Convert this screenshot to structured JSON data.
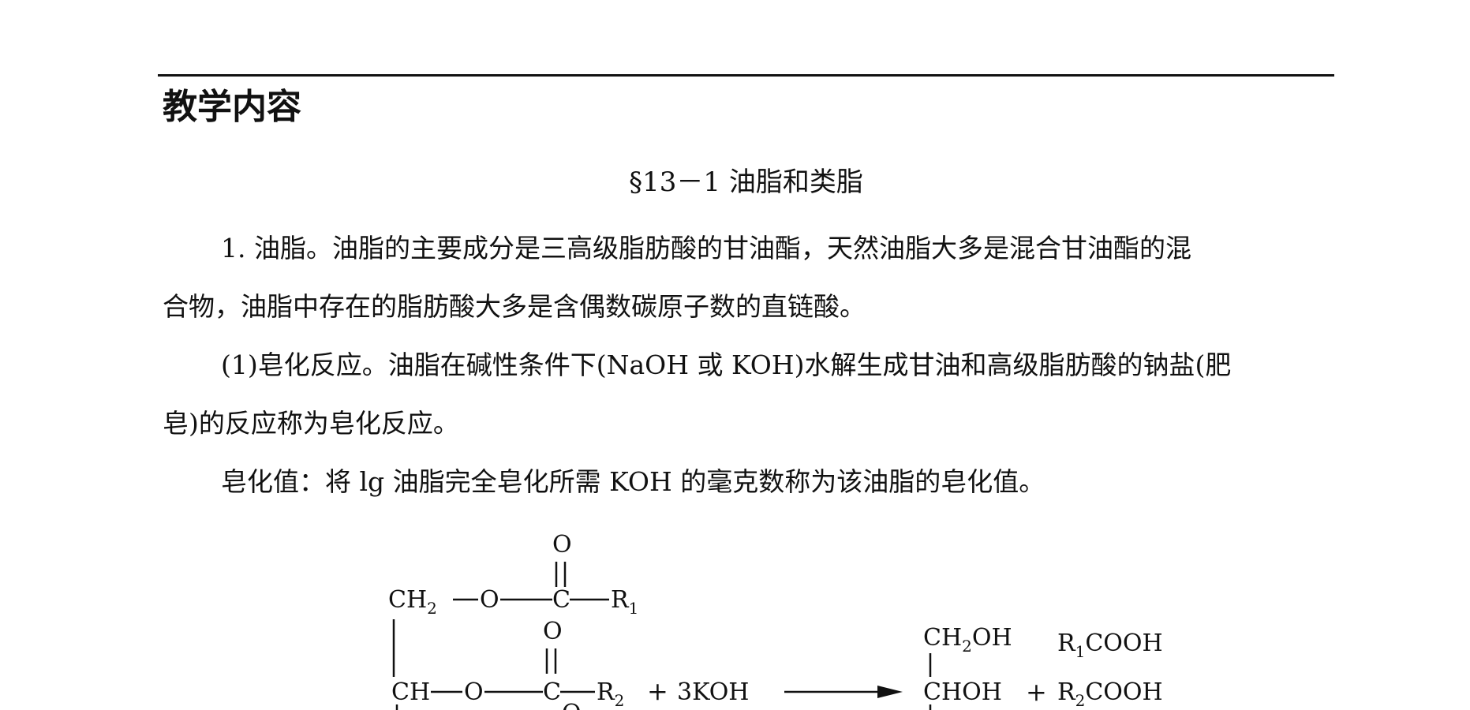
{
  "header": {
    "title": "教学内容"
  },
  "section": {
    "title": "§13－1 油脂和类脂"
  },
  "paragraphs": {
    "p1": {
      "line1": "1. 油脂。油脂的主要成分是三高级脂肪酸的甘油酯，天然油脂大多是混合甘油酯的混",
      "line2": "合物，油脂中存在的脂肪酸大多是含偶数碳原子数的直链酸。"
    },
    "p2": {
      "line1": "(1)皂化反应。油脂在碱性条件下(NaOH 或 KOH)水解生成甘油和高级脂肪酸的钠盐(肥",
      "line2": "皂)的反应称为皂化反应。"
    },
    "p3": {
      "line1": "皂化值：将 lg 油脂完全皂化所需 KOH 的毫克数称为该油脂的皂化值。"
    }
  },
  "equation": {
    "oxygen": "O",
    "ch2": "CH",
    "ch": "CH",
    "sub2": "2",
    "ester_o": "O",
    "carbon": "C",
    "r": "R",
    "r1_sub": "1",
    "r2_sub": "2",
    "plus": "+",
    "reagent": "3KOH",
    "product_ch2oh_ch2": "CH",
    "product_ch2oh_sub": "2",
    "product_ch2oh_oh": "OH",
    "product_chohl": "CHOH",
    "acid1_r": "R",
    "acid1_sub": "1",
    "acid1_tail": "COOH",
    "acid2_r": "R",
    "acid2_sub": "2",
    "acid2_tail": "COOH"
  }
}
